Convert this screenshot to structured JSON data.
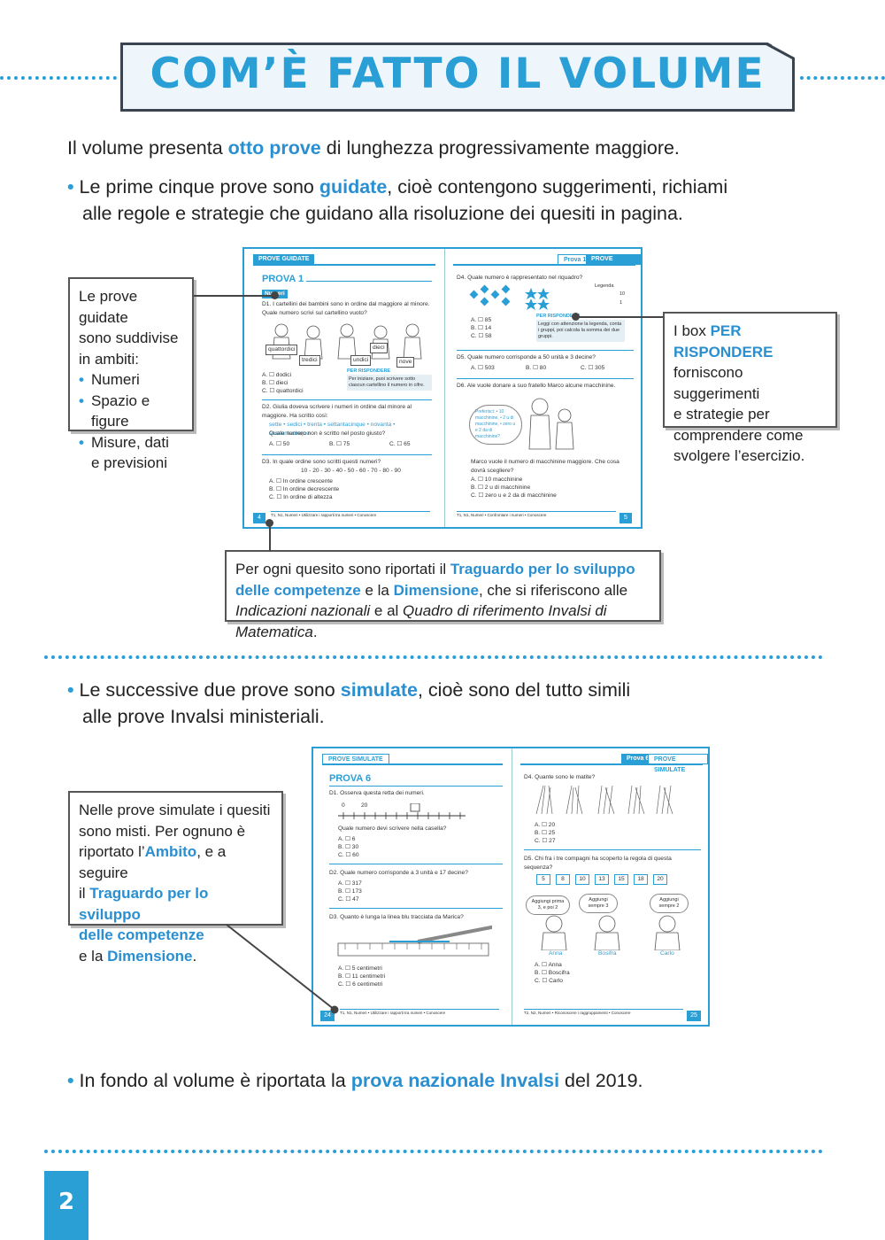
{
  "title": "COM’È FATTO IL VOLUME",
  "intro": {
    "pre": "Il volume presenta ",
    "hl": "otto prove",
    "post": " di lunghezza progressivamente maggiore."
  },
  "bullet1": {
    "pre": "Le prime cinque prove sono ",
    "hl": "guidate",
    "post1": ", cioè contengono suggerimenti, richiami",
    "line2": "alle regole e strategie che guidano alla risoluzione dei quesiti in pagina."
  },
  "callout_ambiti": {
    "lines": [
      "Le prove guidate",
      "sono suddivise",
      "in ambiti:"
    ],
    "items": [
      "Numeri",
      "Spazio e figure",
      "Misure, dati",
      "e previsioni"
    ]
  },
  "callout_box": {
    "pre": "I box ",
    "hl": "PER RISPONDERE",
    "lines": [
      "forniscono suggerimenti",
      "e strategie per",
      "comprendere come",
      "svolgere l’esercizio."
    ]
  },
  "callout_traguardo": {
    "pre": "Per ogni quesito sono riportati il ",
    "hl1": "Traguardo per lo sviluppo delle",
    "hl2": "competenze",
    "mid": " e la ",
    "hl3": "Dimensione",
    "post": ", che si riferiscono alle ",
    "it1": "Indicazioni",
    "it2": "nazionali",
    "and": " e al ",
    "it3": "Quadro di riferimento Invalsi di Matematica",
    "end": "."
  },
  "bullet2": {
    "pre": "Le successive due prove sono ",
    "hl": "simulate",
    "post": ", cioè sono del tutto simili",
    "line2": "alle prove Invalsi ministeriali."
  },
  "callout_simulate": {
    "l1": "Nelle prove simulate i quesiti",
    "l2": "sono misti. Per ognuno è",
    "l3pre": "riportato l’",
    "l3hl": "Ambito",
    "l3post": ", e a seguire",
    "l4pre": "il ",
    "l4hl": "Traguardo per lo sviluppo",
    "l5hl": "delle competenze",
    "l6pre": "e la ",
    "l6hl": "Dimensione",
    "l6post": "."
  },
  "bullet3": {
    "pre": "In fondo al volume è riportata la ",
    "hl": "prova nazionale Invalsi",
    "post": " del 2019."
  },
  "spread1": {
    "header_left": "PROVE GUIDATE",
    "header_right_a": "Prova 1",
    "header_right_b": "PROVE GUIDATE",
    "title": "PROVA 1",
    "tag": "Numeri",
    "d1": "D1. I cartellini dei bambini sono in ordine dal maggiore al minore. Quale numero scrivi sul cartellino vuoto?",
    "d1_opts": [
      "A. ☐ dodici",
      "B. ☐ dieci",
      "C. ☐ quattordici"
    ],
    "d1_labels": [
      "quattordici",
      "tredici",
      "undici",
      "dieci",
      "nove"
    ],
    "per_rispondere": "PER RISPONDERE",
    "d1_hint": "Per iniziare, puoi scrivere sotto ciascun cartellino il numero in cifre.",
    "d2": "D2. Giulia doveva scrivere i numeri in ordine dal minore al maggiore. Ha scritto così:",
    "d2_seq": "sette • sedici • trenta • settantacinque • novanta • sessantacinque",
    "d2_q": "Quale numero non è scritto nel posto giusto?",
    "d2_opts": [
      "A. ☐ 50",
      "B. ☐ 75",
      "C. ☐ 65"
    ],
    "d3": "D3. In quale ordine sono scritti questi numeri?",
    "d3_seq": "10 - 20 - 30 - 40 - 50 - 60 - 70 - 80 - 90",
    "d3_opts": [
      "A. ☐ In ordine crescente",
      "B. ☐ In ordine decrescente",
      "C. ☐ In ordine di altezza"
    ],
    "d4": "D4. Quale numero è rappresentato nel riquadro?",
    "legenda": "Legenda",
    "leg10": "10",
    "leg1": "1",
    "d4_opts": [
      "A. ☐ 85",
      "B. ☐ 14",
      "C. ☐ 58"
    ],
    "d4_hint": "Leggi con attenzione la legenda, conta i gruppi, poi calcola la somma dei due gruppi.",
    "d5": "D5. Quale numero corrisponde a 50 unità e 3 decine?",
    "d5_opts": [
      "A. ☐ 503",
      "B. ☐ 80",
      "C. ☐ 305"
    ],
    "d6": "D6. Ale vuole donare a suo fratello Marco alcune macchinine.",
    "bubble": "Preferisci: • 10 macchinine, • 2 u di macchinine, • zero u e 2 da di macchinine?",
    "d6_q": "Marco vuole il numero di macchinine maggiore. Che cosa dovrà scegliere?",
    "d6_opts": [
      "A. ☐ 10 macchinine",
      "B. ☐ 2 u di macchinine",
      "C. ☐ zero u e 2 da di macchinine"
    ],
    "foot_left": "T1, N1, Numeri • Utilizzare i rapporti tra numeri • Conoscere",
    "foot_right": "T1, N1, Numeri • Confrontare i numeri • Conoscere",
    "pg_left": "4",
    "pg_right": "5"
  },
  "spread2": {
    "header_left": "PROVE SIMULATE",
    "header_right_a": "Prova 6",
    "header_right_b": "PROVE SIMULATE",
    "title": "PROVA 6",
    "d1": "D1. Osserva questa retta dei numeri.",
    "nl0": "0",
    "nl20": "20",
    "d1_q": "Quale numero devi scrivere nella casella?",
    "d1_opts": [
      "A. ☐ 6",
      "B. ☐ 30",
      "C. ☐ 60"
    ],
    "d2": "D2. Quale numero corrisponde a 3 unità e 17 decine?",
    "d2_opts": [
      "A. ☐ 317",
      "B. ☐ 173",
      "C. ☐ 47"
    ],
    "d3": "D3. Quanto è lunga la linea blu tracciata da Marica?",
    "d3_opts": [
      "A. ☐ 5 centimetri",
      "B. ☐ 11 centimetri",
      "C. ☐ 6 centimetri"
    ],
    "d4": "D4. Quante sono le matite?",
    "d4_opts": [
      "A. ☐ 20",
      "B. ☐ 25",
      "C. ☐ 27"
    ],
    "d5": "D5. Chi fra i tre compagni ha scoperto la regola di questa sequenza?",
    "seq": [
      "5",
      "8",
      "10",
      "13",
      "15",
      "18",
      "20"
    ],
    "bubbles": [
      "Aggiungi prima 3, e poi 2",
      "Aggiungi sempre 3",
      "Aggiungi sempre 2"
    ],
    "names": [
      "Anna",
      "Bosifra",
      "Carlo"
    ],
    "d5_opts": [
      "A. ☐ Anna",
      "B. ☐ Boscifra",
      "C. ☐ Carlo"
    ],
    "foot_left": "T1, N1, Numeri • Utilizzare i rapporti tra numeri • Conoscere",
    "foot_right": "T2, N2, Numeri • Riconoscere i raggruppamenti • Conoscere",
    "pg_left": "24",
    "pg_right": "25"
  },
  "page_number": "2"
}
